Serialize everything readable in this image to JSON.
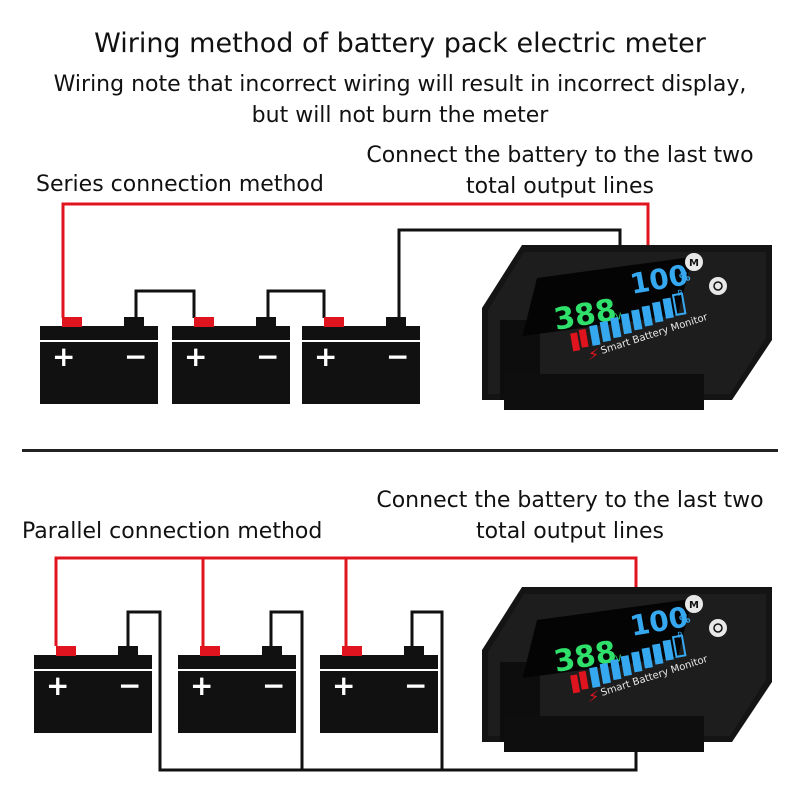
{
  "title": "Wiring method of battery pack electric meter",
  "note_line1": "Wiring note that incorrect wiring will result in incorrect display,",
  "note_line2": "but will not burn the meter",
  "series": {
    "method_label": "Series connection method",
    "connect_line1": "Connect the battery to the last two",
    "connect_line2": "total output lines"
  },
  "parallel": {
    "method_label": "Parallel connection method",
    "connect_line1": "Connect the battery to the last two",
    "connect_line2": "total output lines"
  },
  "battery": {
    "plus": "+",
    "minus": "−"
  },
  "meter": {
    "voltage": "388",
    "percent": "100",
    "percent_sign": "%",
    "unit_v": "V",
    "unit_p": "P",
    "button_m": "M",
    "brand": "Smart Battery Monitor"
  },
  "colors": {
    "wire_positive": "#e0141e",
    "wire_negative": "#111111",
    "terminal_positive": "#e0141e",
    "meter_voltage": "#2fe06a",
    "meter_percent": "#36a8f0"
  }
}
